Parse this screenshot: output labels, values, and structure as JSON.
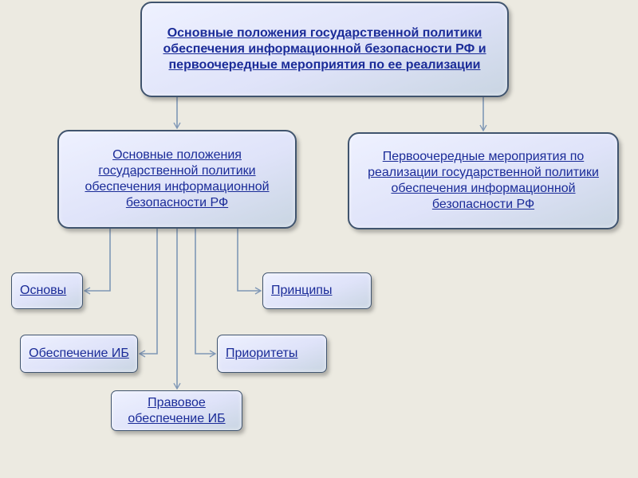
{
  "diagram": {
    "root": {
      "text": "Основные положения государственной политики обеспечения информационной безопасности РФ и первоочередные мероприятия по ее реализации"
    },
    "left_main": {
      "text": "Основные положения государственной политики обеспечения информационной безопасности РФ"
    },
    "right_main": {
      "text": "Первоочередные мероприятия по реализации государственной политики обеспечения информационной безопасности  РФ"
    },
    "children": {
      "osnovy": "Основы",
      "obespechenie_ib": "Обеспечение ИБ",
      "pravovoe": "Правовое обеспечение ИБ",
      "prioritety": "Приоритеты",
      "printsipy": "Принципы"
    }
  },
  "colors": {
    "background": "#eceae1",
    "box_border": "#40546e",
    "text_link": "#1a2b98",
    "connector": "#7f97b6"
  }
}
